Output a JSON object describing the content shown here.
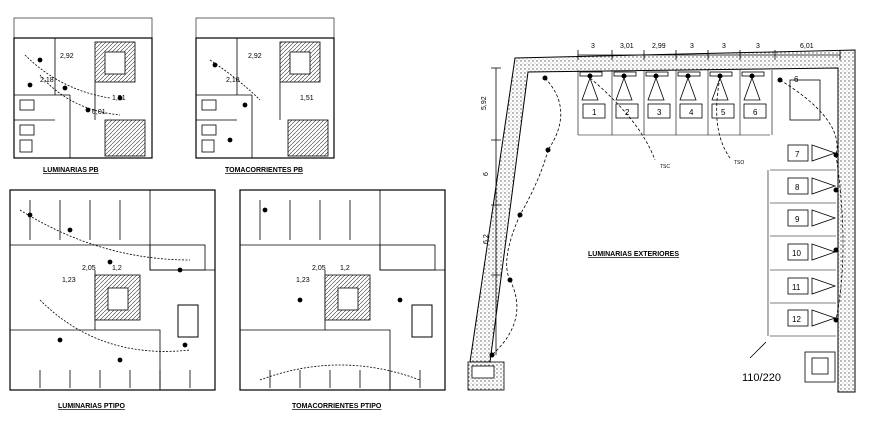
{
  "titles": {
    "plan_a": "LUMINARIAS PB",
    "plan_b": "TOMACORRIENTES PB",
    "plan_c": "LUMINARIAS PTIPO",
    "plan_d": "TOMACORRIENTES PTIPO",
    "exterior": "LUMINARIAS EXTERIORES"
  },
  "plan_dims": {
    "a": [
      "2,92",
      "2,18",
      "1,51",
      "6,01"
    ],
    "b": [
      "2,92",
      "2,18",
      "1,51"
    ],
    "c": [
      "2,05",
      "1,2",
      "1,23"
    ],
    "d": [
      "2,05",
      "1,2",
      "1,23"
    ]
  },
  "exterior": {
    "top_dims": [
      "3",
      "3,01",
      "2,99",
      "3",
      "3",
      "3",
      "6,01"
    ],
    "left_dims": [
      "5,92",
      "6",
      "6,2"
    ],
    "row_numbers": [
      "1",
      "2",
      "3",
      "4",
      "5",
      "6"
    ],
    "column_numbers": [
      "7",
      "8",
      "9",
      "10",
      "11",
      "12"
    ],
    "corner_number": "6",
    "circuit_labels": [
      "TSC",
      "TSO"
    ],
    "sheet_number": "110/220"
  }
}
